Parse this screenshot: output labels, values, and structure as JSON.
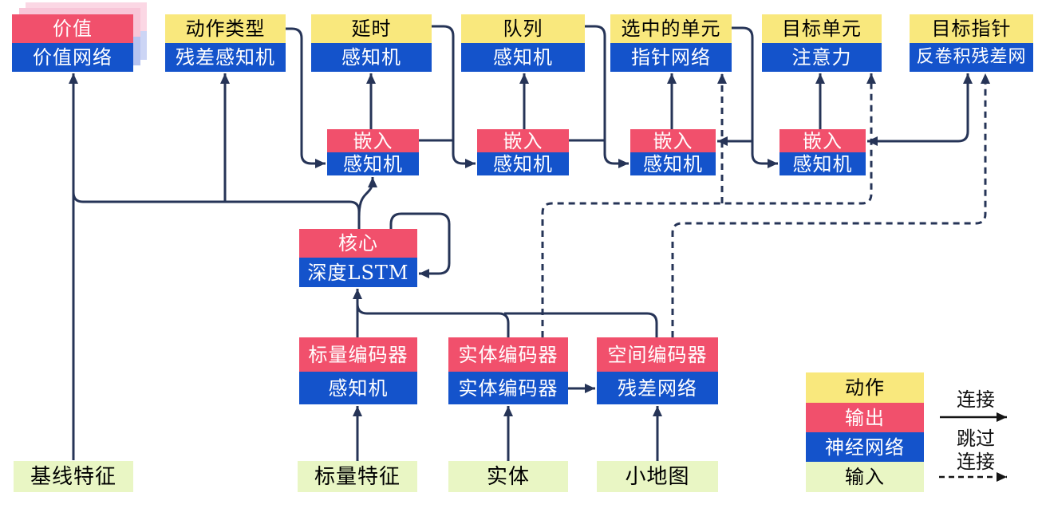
{
  "diagram": {
    "title_implicit": "",
    "heads": [
      {
        "id": "value",
        "action": "价值",
        "network": "价值网络"
      },
      {
        "id": "action-type",
        "action": "动作类型",
        "network": "残差感知机"
      },
      {
        "id": "delay",
        "action": "延时",
        "network": "感知机"
      },
      {
        "id": "queued",
        "action": "队列",
        "network": "感知机"
      },
      {
        "id": "selected-units",
        "action": "选中的单元",
        "network": "指针网络"
      },
      {
        "id": "target-unit",
        "action": "目标单元",
        "network": "注意力"
      },
      {
        "id": "target-point",
        "action": "目标指针",
        "network": "反卷积残差网"
      }
    ],
    "embeddings": [
      {
        "output": "嵌入",
        "network": "感知机"
      },
      {
        "output": "嵌入",
        "network": "感知机"
      },
      {
        "output": "嵌入",
        "network": "感知机"
      },
      {
        "output": "嵌入",
        "network": "感知机"
      }
    ],
    "core": {
      "output": "核心",
      "network": "深度LSTM"
    },
    "encoders": [
      {
        "output": "标量编码器",
        "network": "感知机"
      },
      {
        "output": "实体编码器",
        "network": "实体编码器"
      },
      {
        "output": "空间编码器",
        "network": "残差网络"
      }
    ],
    "inputs": [
      {
        "label": "基线特征"
      },
      {
        "label": "标量特征"
      },
      {
        "label": "实体"
      },
      {
        "label": "小地图"
      }
    ],
    "legend": {
      "items": [
        {
          "label": "动作",
          "type": "action"
        },
        {
          "label": "输出",
          "type": "output"
        },
        {
          "label": "神经网络",
          "type": "network"
        },
        {
          "label": "输入",
          "type": "input"
        }
      ],
      "connection_label": "连接",
      "skip_label_line1": "跳过",
      "skip_label_line2": "连接"
    },
    "colors": {
      "action": "#f9e87d",
      "output": "#f1506c",
      "network": "#1453cb",
      "input": "#e9f6c4",
      "line": "#263457",
      "legend_arrow": "#151515",
      "shadow_pink": "#f8c6d8",
      "shadow_blue": "#b7c4f0"
    }
  }
}
